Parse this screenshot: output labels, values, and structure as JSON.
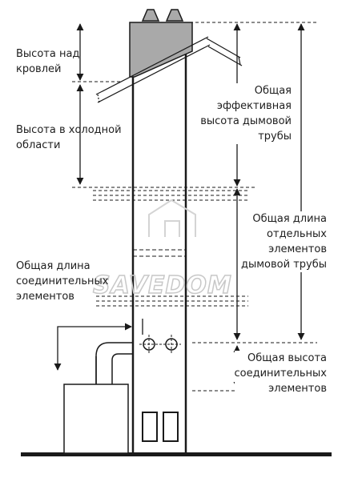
{
  "labels": {
    "height_above_roof": [
      "Высота над",
      "кровлей"
    ],
    "height_cold_zone": [
      "Высота в холодной",
      "области"
    ],
    "total_effective_height": [
      "Общая",
      "эффективная",
      "высота дымовой",
      "трубы"
    ],
    "total_length_elements": [
      "Общая длина",
      "отдельных",
      "элементов",
      "дымовой трубы"
    ],
    "total_length_connecting": [
      "Общая длина",
      "соединительных",
      "элементов"
    ],
    "total_height_connecting": [
      "Общая высота",
      "соединительных",
      "элементов"
    ]
  },
  "watermark": "SAVEDOM",
  "colors": {
    "line": "#1a1a1a",
    "cap_fill": "#a9a9a9",
    "background": "#ffffff",
    "watermark": "#c8c8c8"
  }
}
